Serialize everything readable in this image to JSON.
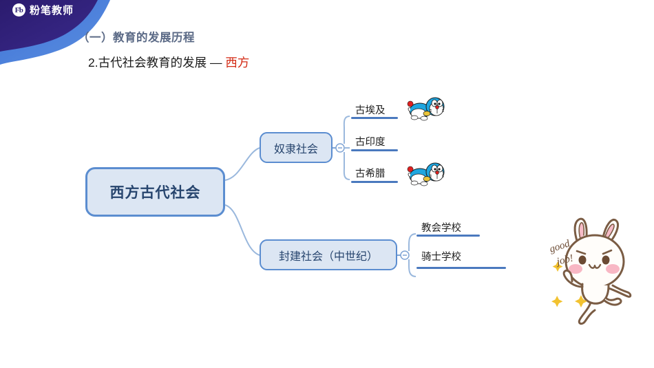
{
  "brand": {
    "mark_label": "Fb",
    "name": "粉笔教师"
  },
  "header": {
    "title": "（一）教育的发展历程",
    "subtitle_prefix": "2.古代社会教育的发展 — ",
    "subtitle_accent": "西方",
    "title_color": "#5b6a86",
    "accent_color": "#d32a14"
  },
  "mindmap": {
    "root": {
      "label": "西方古代社会"
    },
    "branches": [
      {
        "label": "奴隶社会",
        "collapse_marker": "−",
        "children": [
          {
            "label": "古埃及"
          },
          {
            "label": "古印度"
          },
          {
            "label": "古希腊"
          }
        ]
      },
      {
        "label": "封建社会（中世纪）",
        "collapse_marker": "−",
        "children": [
          {
            "label": "教会学校"
          },
          {
            "label": "骑士学校"
          }
        ]
      }
    ],
    "node_fill": "#dce6f3",
    "node_border": "#5b8dd0",
    "rule_color": "#4a79be",
    "connector_color": "#9ab8dd"
  },
  "stickers": {
    "rabbit_caption_line1": "good",
    "rabbit_caption_line2": "job!",
    "doraemon_name": "doraemon-sticker",
    "rabbit_name": "rabbit-sticker"
  }
}
